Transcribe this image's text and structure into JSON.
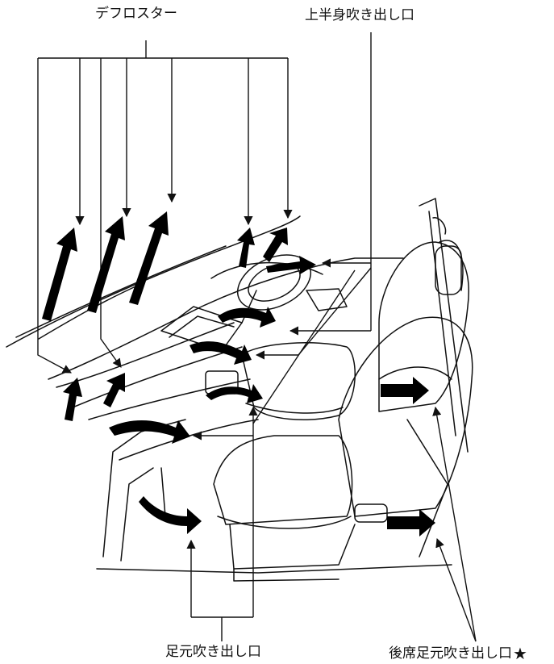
{
  "labels": {
    "defroster": "デフロスター",
    "upper_body_vent": "上半身吹き出し口",
    "foot_vent": "足元吹き出し口",
    "rear_foot_vent": "後席足元吹き出し口",
    "rear_foot_vent_mark": "★"
  },
  "colors": {
    "ink": "#111111",
    "airflow_arrow": "#000000",
    "background": "#ffffff"
  }
}
